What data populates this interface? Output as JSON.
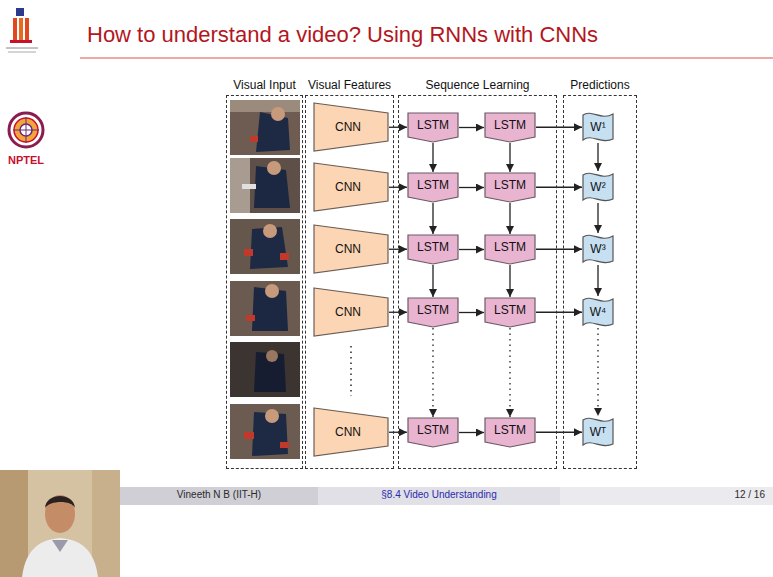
{
  "diagram": {
    "title": "How to understand a video? Using RNNs with CNNs",
    "nodes": [
      {
        "text": [
          "Visual Input"
        ]
      },
      {
        "text": [
          "Visual Features"
        ]
      },
      {
        "text": [
          "CNN"
        ],
        "in": 1
      },
      {
        "text": [
          "CNN"
        ],
        "in": 1
      },
      {
        "text": [
          "CNN"
        ],
        "in": 1
      },
      {
        "text": [
          "CNN"
        ],
        "in": 1
      },
      {
        "text": [
          "CNN"
        ],
        "in": 1
      },
      {
        "text": [
          "Sequence Learning"
        ]
      },
      {
        "text": [
          "LSTM"
        ],
        "in": 7
      },
      {
        "text": [
          "LSTM"
        ],
        "in": 7
      },
      {
        "text": [
          "LSTM"
        ],
        "in": 7
      },
      {
        "text": [
          "LSTM"
        ],
        "in": 7
      },
      {
        "text": [
          "LSTM"
        ],
        "in": 7
      },
      {
        "text": [
          "LSTM"
        ],
        "in": 7
      },
      {
        "text": [
          "LSTM"
        ],
        "in": 7
      },
      {
        "text": [
          "LSTM"
        ],
        "in": 7
      },
      {
        "text": [
          "LSTM"
        ],
        "in": 7
      },
      {
        "text": [
          "LSTM"
        ],
        "in": 7
      },
      {
        "text": [
          "Predictions"
        ]
      },
      {
        "text": [
          "W¹"
        ],
        "in": 18
      },
      {
        "text": [
          "W²"
        ],
        "in": 18
      },
      {
        "text": [
          "W³"
        ],
        "in": 18
      },
      {
        "text": [
          "W⁴"
        ],
        "in": 18
      },
      {
        "text": [
          "Wᵀ"
        ],
        "in": 18
      }
    ],
    "edges": [
      {
        "from": 2,
        "to": 8,
        "arrow": "to"
      },
      {
        "from": 8,
        "to": 9,
        "arrow": "to"
      },
      {
        "from": 9,
        "to": 19,
        "arrow": "to"
      },
      {
        "from": 8,
        "to": 10,
        "arrow": "to"
      },
      {
        "from": 9,
        "to": 11,
        "arrow": "to"
      },
      {
        "from": 19,
        "to": 20,
        "arrow": "to"
      },
      {
        "from": 3,
        "to": 10,
        "arrow": "to"
      },
      {
        "from": 10,
        "to": 11,
        "arrow": "to"
      },
      {
        "from": 11,
        "to": 20,
        "arrow": "to"
      },
      {
        "from": 10,
        "to": 12,
        "arrow": "to"
      },
      {
        "from": 11,
        "to": 13,
        "arrow": "to"
      },
      {
        "from": 20,
        "to": 21,
        "arrow": "to"
      },
      {
        "from": 4,
        "to": 12,
        "arrow": "to"
      },
      {
        "from": 12,
        "to": 13,
        "arrow": "to"
      },
      {
        "from": 13,
        "to": 21,
        "arrow": "to"
      },
      {
        "from": 12,
        "to": 14,
        "arrow": "to"
      },
      {
        "from": 13,
        "to": 15,
        "arrow": "to"
      },
      {
        "from": 21,
        "to": 22,
        "arrow": "to"
      },
      {
        "from": 5,
        "to": 14,
        "arrow": "to"
      },
      {
        "from": 14,
        "to": 15,
        "arrow": "to"
      },
      {
        "from": 15,
        "to": 22,
        "arrow": "to"
      },
      {
        "from": 14,
        "to": 16,
        "arrow": "to"
      },
      {
        "from": 15,
        "to": 17,
        "arrow": "to"
      },
      {
        "from": 22,
        "to": 23,
        "arrow": "to"
      },
      {
        "from": 6,
        "to": 16,
        "arrow": "to"
      },
      {
        "from": 16,
        "to": 17,
        "arrow": "to"
      },
      {
        "from": 17,
        "to": 23,
        "arrow": "to"
      }
    ],
    "labels": [
      "NPTEL",
      "Vineeth N B (IIT-H)",
      "§8.4 Video Understanding",
      "12 / 16"
    ]
  }
}
